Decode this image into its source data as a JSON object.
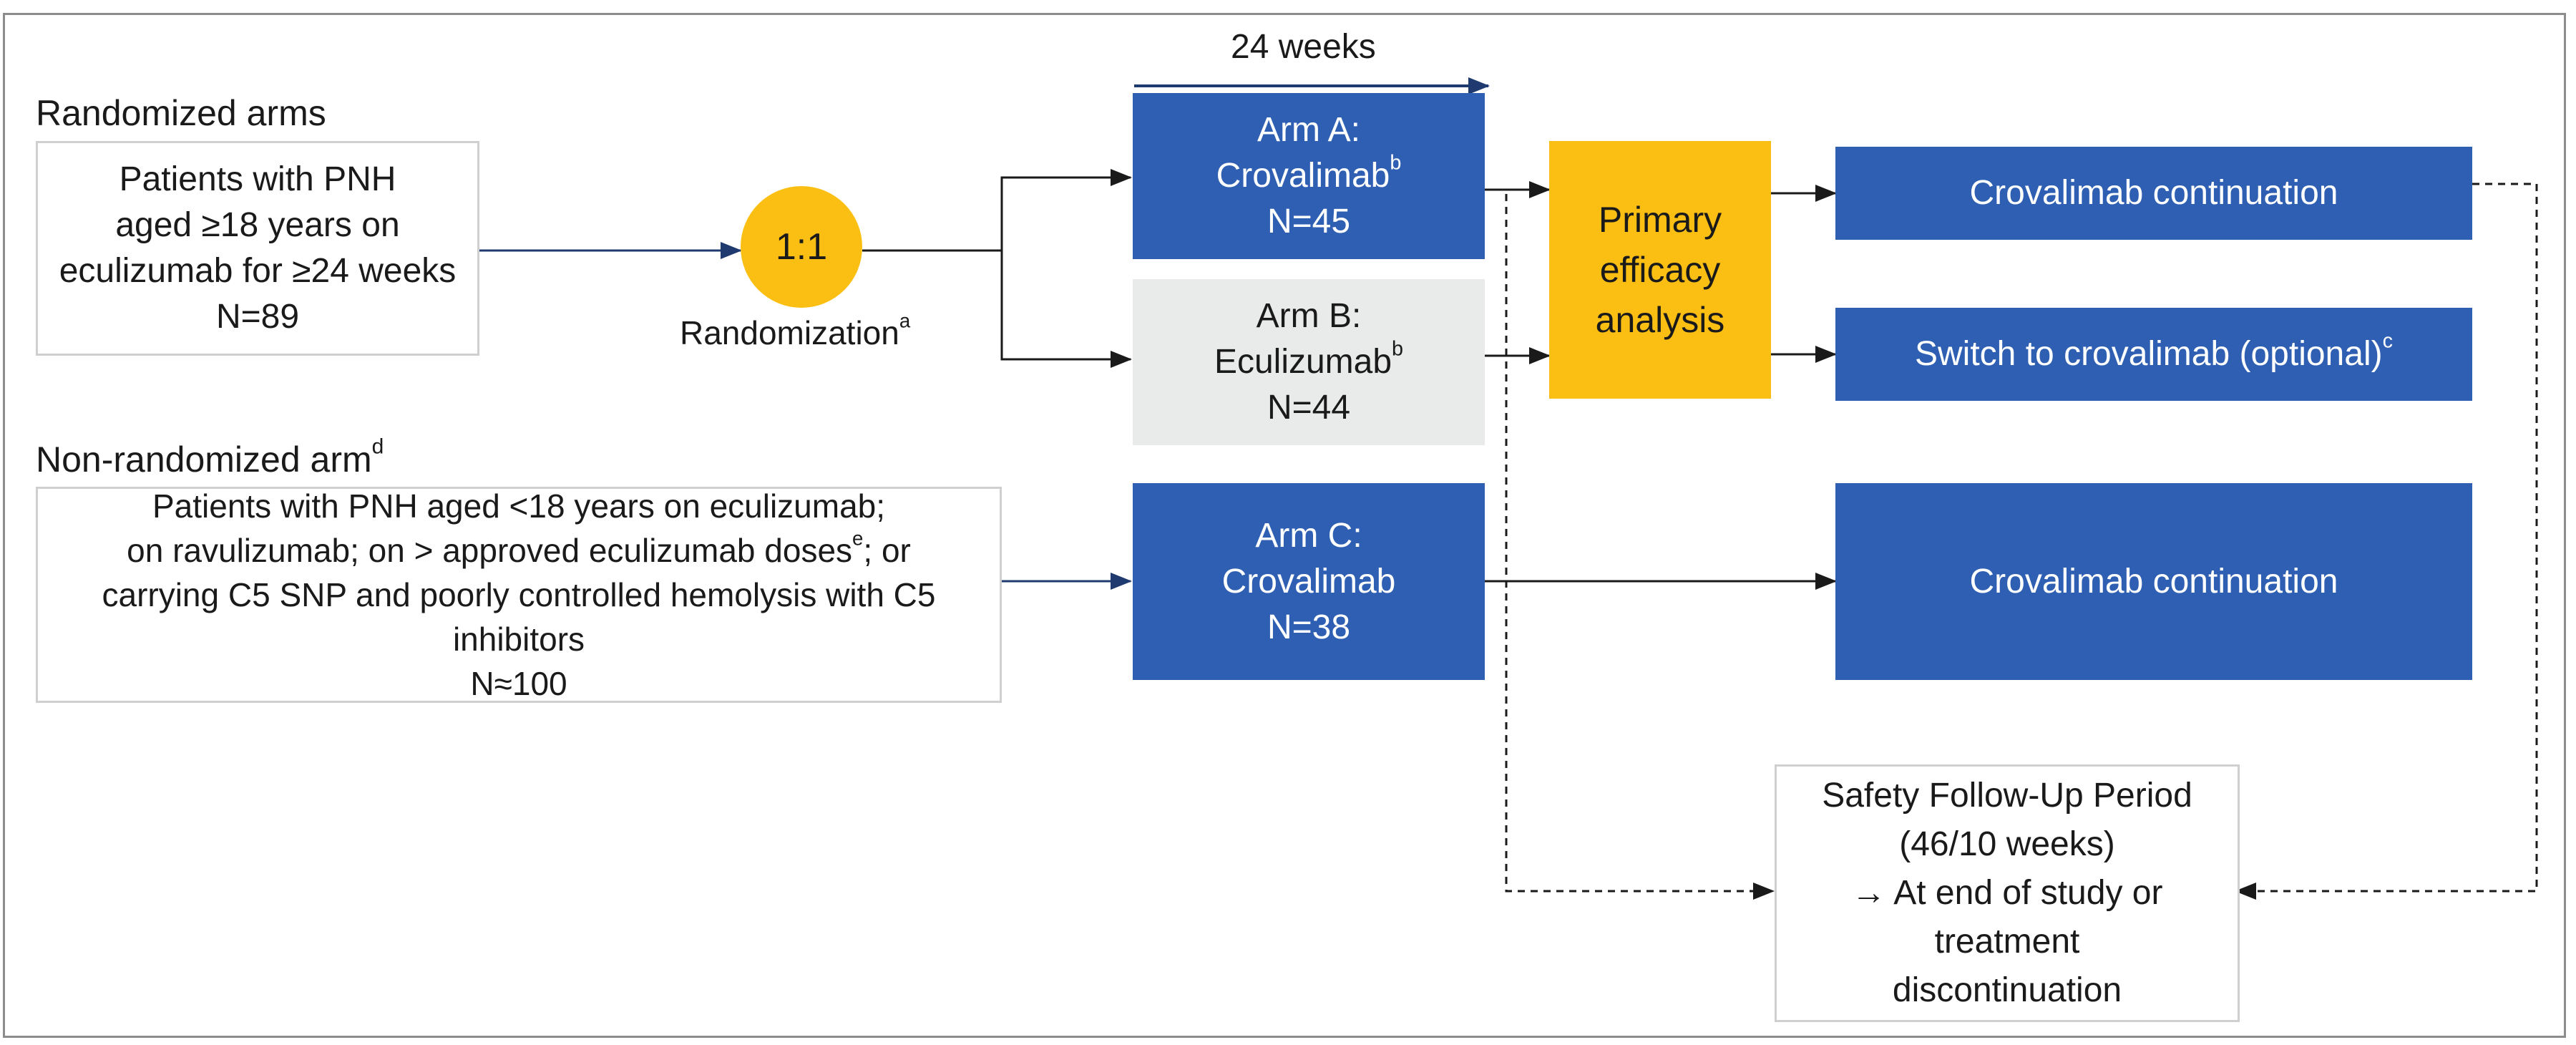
{
  "headings": {
    "randomized": "Randomized arms",
    "non_randomized": "Non-randomized arm",
    "non_randomized_sup": "d",
    "duration": "24 weeks"
  },
  "randomized_population": {
    "line1": "Patients with PNH",
    "line2": "aged ≥18 years on",
    "line3": "eculizumab for ≥24 weeks",
    "n": "N=89"
  },
  "randomization": {
    "ratio": "1:1",
    "label": "Randomization",
    "label_sup": "a"
  },
  "non_randomized_population": {
    "line1": "Patients with PNH aged <18 years on eculizumab;",
    "line2a": "on ravulizumab; on > approved eculizumab doses",
    "line2_sup": "e",
    "line2b": "; or",
    "line3": "carrying C5 SNP and poorly controlled hemolysis with C5",
    "line4": "inhibitors",
    "n": "N≈100"
  },
  "arms": {
    "a": {
      "title": "Arm A:",
      "drug": "Crovalimab",
      "drug_sup": "b",
      "n": "N=45"
    },
    "b": {
      "title": "Arm B:",
      "drug": "Eculizumab",
      "drug_sup": "b",
      "n": "N=44"
    },
    "c": {
      "title": "Arm C:",
      "drug": "Crovalimab",
      "n": "N=38"
    }
  },
  "primary_analysis": {
    "line1": "Primary",
    "line2": "efficacy",
    "line3": "analysis"
  },
  "outcomes": {
    "continuation_a": "Crovalimab continuation",
    "switch": "Switch to crovalimab (optional)",
    "switch_sup": "c",
    "continuation_c": "Crovalimab continuation"
  },
  "safety": {
    "line1": "Safety Follow-Up Period",
    "line2": "(46/10 weeks)",
    "line3": "→ At end of study or",
    "line4": "treatment",
    "line5": "discontinuation"
  },
  "colors": {
    "blue": "#2f5fb3",
    "yellow": "#fbbf13",
    "grey": "#e9eaea",
    "line": "#1a1a1a",
    "arrow_blue": "#1f3a6e"
  }
}
